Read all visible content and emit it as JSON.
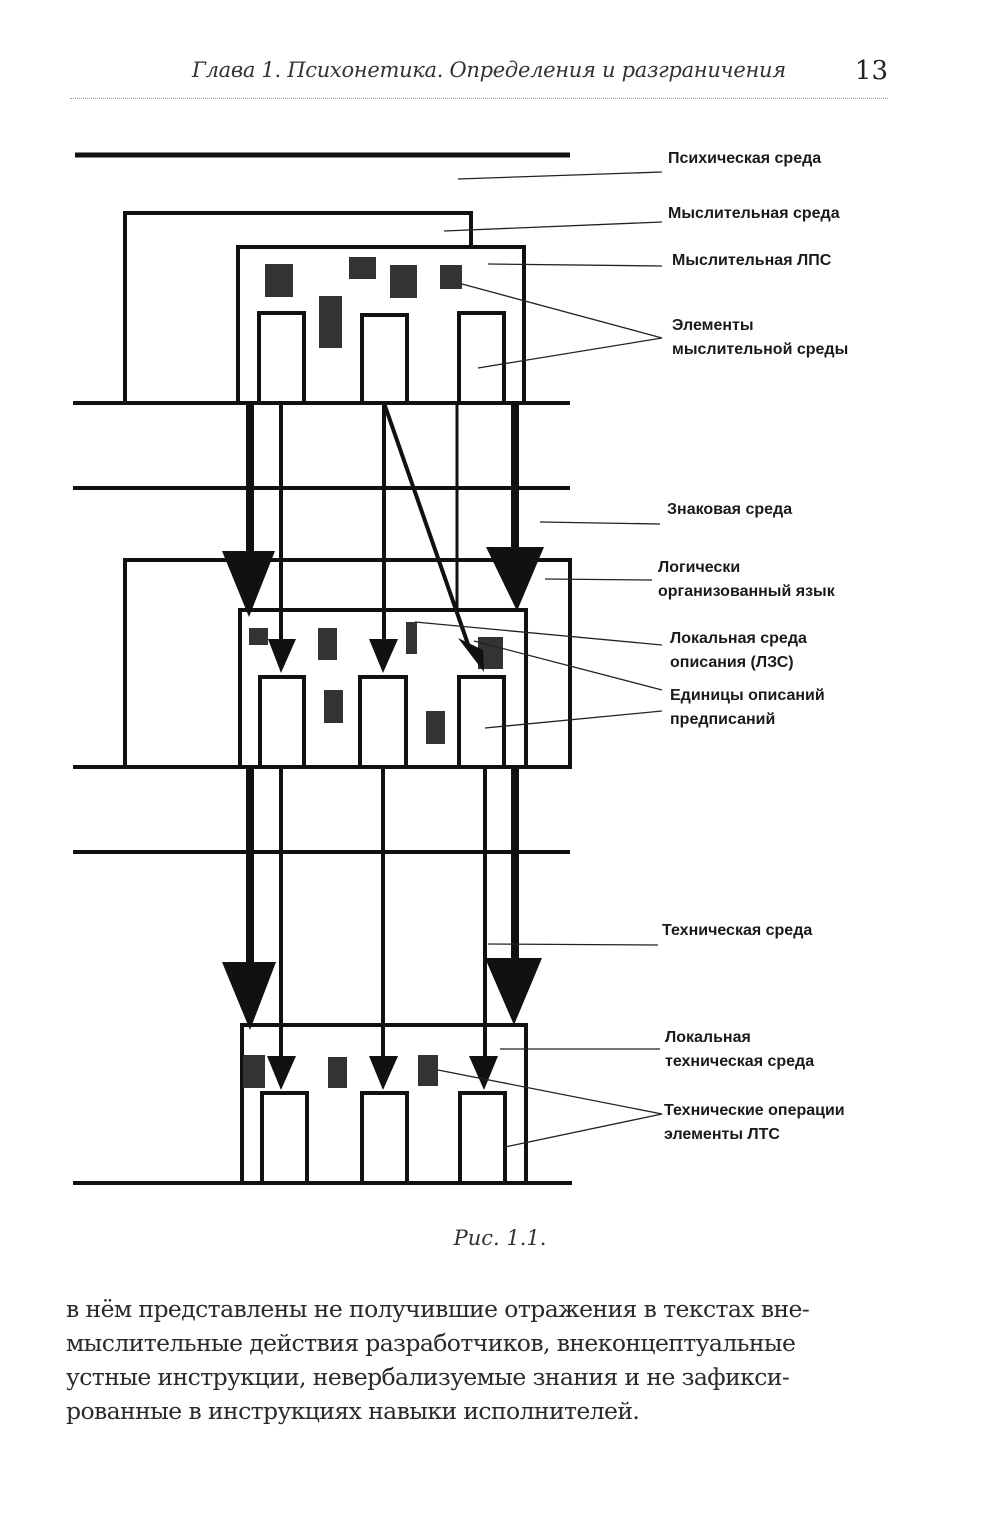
{
  "header": {
    "chapter_title": "Глава 1. Психонетика. Определения и разграничения",
    "page_number": "13"
  },
  "figure": {
    "caption": "Рис. 1.1.",
    "labels": {
      "psychic_env": [
        "Психическая среда"
      ],
      "mental_env": [
        "Мыслительная среда"
      ],
      "mental_lps": [
        "Мыслительная ЛПС"
      ],
      "mental_elements": [
        "Элементы",
        "мыслительной среды"
      ],
      "sign_env": [
        "Знаковая среда"
      ],
      "logical_language": [
        "Логически",
        "организованный язык"
      ],
      "local_description_env": [
        "Локальная среда",
        "описания (ЛЗС)"
      ],
      "description_units": [
        "Единицы описаний",
        "предписаний"
      ],
      "technical_env": [
        "Техническая среда"
      ],
      "local_technical_env": [
        "Локальная",
        "техническая среда"
      ],
      "technical_operations": [
        "Технические операции",
        "элементы ЛТС"
      ]
    }
  },
  "body": {
    "lines": [
      "в нём представлены не получившие отражения в текстах вне-",
      "мыслительные действия разработчиков, внеконцептуальные",
      "устные инструкции, невербализуемые знания и не зафикси-",
      "рованные в инструкциях навыки исполнителей."
    ]
  },
  "colors": {
    "ink": "#111111",
    "block": "#3a3a3a"
  }
}
